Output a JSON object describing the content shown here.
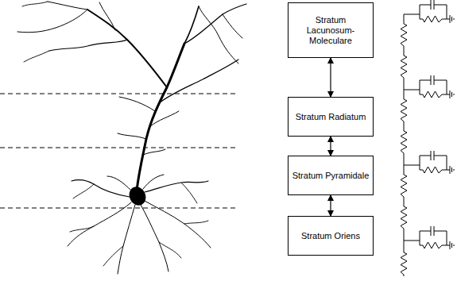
{
  "diagram": {
    "nodes": [
      {
        "text": [
          "Stratum Lacunosum- Moleculare"
        ]
      },
      {
        "text": [
          "Stratum Radiatum"
        ]
      },
      {
        "text": [
          "Stratum Pyramidale"
        ]
      },
      {
        "text": [
          "Stratum Oriens"
        ]
      }
    ],
    "edges": [
      {
        "from": 0,
        "to": 1,
        "arrow": "both"
      },
      {
        "from": 1,
        "to": 2,
        "arrow": "both"
      },
      {
        "from": 2,
        "to": 3,
        "arrow": "both"
      }
    ]
  }
}
